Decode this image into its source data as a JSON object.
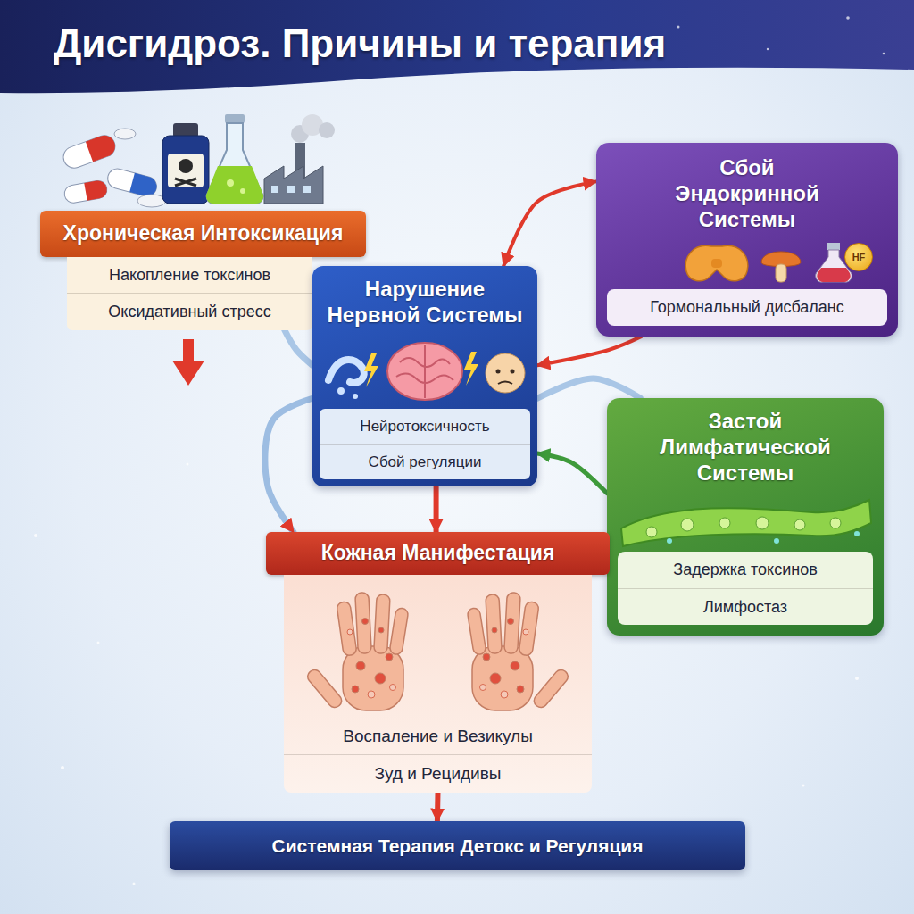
{
  "diagram": {
    "title": "Дисгидроз. Причины и терапия",
    "nodes": [
      {
        "text": [
          "Хроническая Интоксикация",
          "Накопление токсинов",
          "Оксидативный стресс"
        ]
      },
      {
        "text": [
          "Сбой Эндокринной Системы",
          "Гормональный дисбаланс"
        ]
      },
      {
        "text": [
          "Нарушение Нервной Системы",
          "Нейротоксичность",
          "Сбой регуляции"
        ]
      },
      {
        "text": [
          "Застой Лимфатической Системы",
          "Задержка токсинов",
          "Лимфостаз"
        ]
      },
      {
        "text": [
          "Кожная Манифестация",
          "Воспаление и Везикулы",
          "Зуд и Рецидивы"
        ]
      },
      {
        "text": [
          "Системная Терапия Детокс и Регуляция"
        ]
      }
    ],
    "edges": [
      {
        "from": 0,
        "to": 2,
        "arrow": "none"
      },
      {
        "from": 1,
        "to": 2,
        "arrow": "both"
      },
      {
        "from": 1,
        "to": 2,
        "arrow": "to"
      },
      {
        "from": 3,
        "to": 2,
        "arrow": "to"
      },
      {
        "from": 2,
        "to": 3,
        "arrow": "none"
      },
      {
        "from": 2,
        "to": 4,
        "arrow": "to"
      },
      {
        "from": 2,
        "to": 4,
        "arrow": "to"
      },
      {
        "from": 4,
        "to": 5,
        "arrow": "to"
      }
    ],
    "labels": [
      "HF"
    ]
  }
}
